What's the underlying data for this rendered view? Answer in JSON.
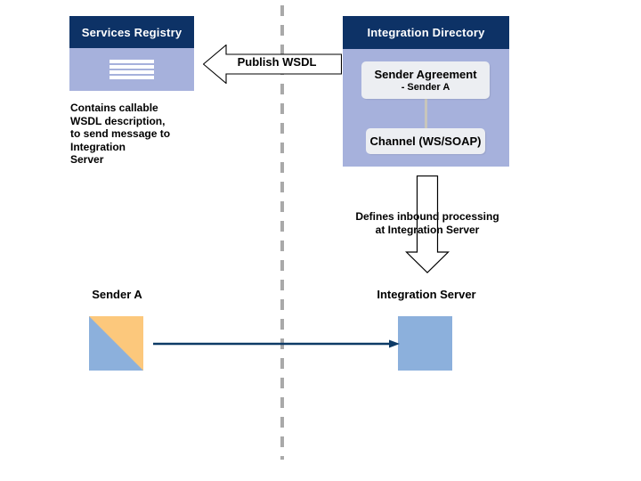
{
  "diagram": {
    "title": "Services Registry to Integration Directory WSDL publication flow",
    "colors": {
      "header_navy": "#0d3266",
      "panel_body_periwinkle": "#a6b1dc",
      "inner_box_gray": "#eceef2",
      "system_blue": "#8cb0dc",
      "system_orange": "#fcc87c",
      "divider_gray": "#a9a9a9",
      "flow_arrow_navy": "#0d3a66",
      "connector_gray": "#c8c6bc"
    }
  },
  "services_registry": {
    "header_label": "Services Registry",
    "icon_name": "document-stack-icon",
    "icon_bar_count": 4,
    "note": "Contains callable\nWSDL description,\nto send message to\nIntegration\nServer"
  },
  "integration_directory": {
    "header_label": "Integration Directory",
    "sender_agreement": {
      "title": "Sender Agreement",
      "subtitle": "- Sender A"
    },
    "channel": {
      "label": "Channel (WS/SOAP)"
    }
  },
  "publish_arrow": {
    "label": "Publish WSDL",
    "direction": "left"
  },
  "defines_arrow": {
    "label": "Defines inbound processing\nat Integration Server",
    "direction": "down"
  },
  "bottom": {
    "sender_caption": "Sender A",
    "server_caption": "Integration Server",
    "message_flow_direction": "right"
  }
}
